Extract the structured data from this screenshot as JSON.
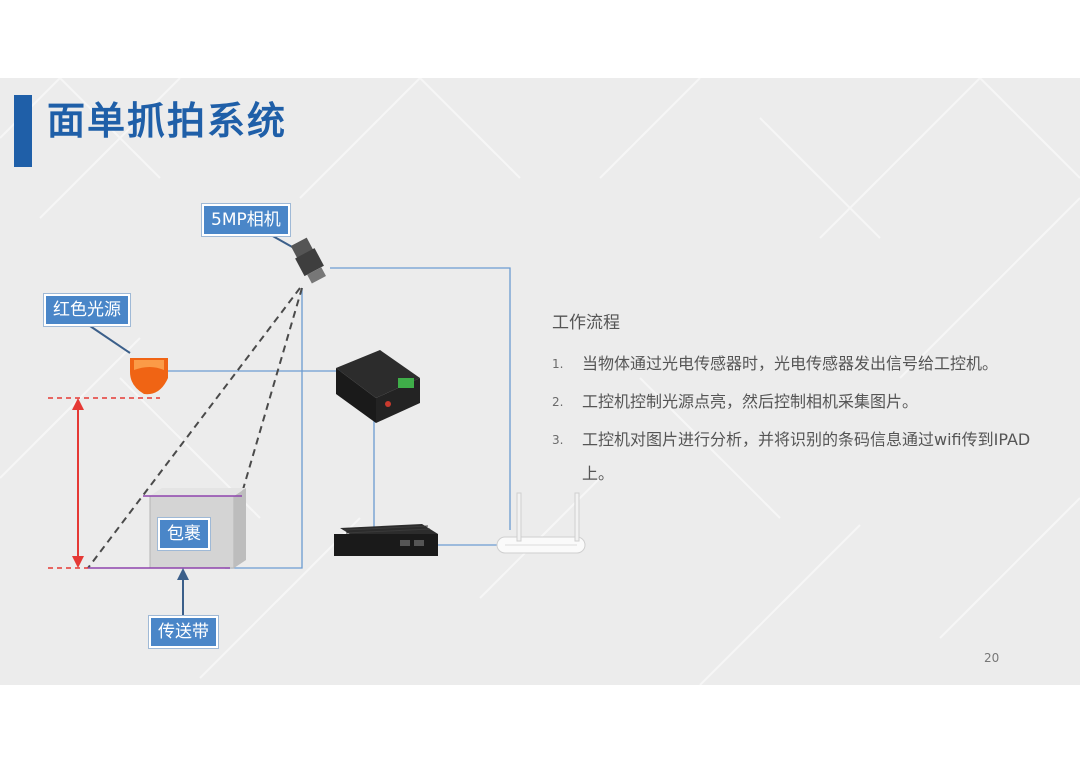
{
  "title": "面单抓拍系统",
  "labels": {
    "camera": "5MP相机",
    "light": "红色光源",
    "package": "包裹",
    "conveyor": "传送带"
  },
  "workflow": {
    "title": "工作流程",
    "steps": [
      {
        "num": "1.",
        "text": "当物体通过光电传感器时，光电传感器发出信号给工控机。"
      },
      {
        "num": "2.",
        "text": "工控机控制光源点亮，然后控制相机采集图片。"
      },
      {
        "num": "3.",
        "text": "工控机对图片进行分析，并将识别的条码信息通过wifi传到IPAD上。"
      }
    ]
  },
  "page_number": "20",
  "colors": {
    "accent": "#1f5fa8",
    "tag_bg": "#4a86c8",
    "connector": "#6b9bd1",
    "height_marker": "#e53935",
    "belt_line": "#8e44ad",
    "light_orange": "#f06414"
  },
  "icons": [
    "camera-icon",
    "red-light-icon",
    "control-box-icon",
    "industrial-pc-icon",
    "wifi-router-icon",
    "package-box-icon"
  ]
}
